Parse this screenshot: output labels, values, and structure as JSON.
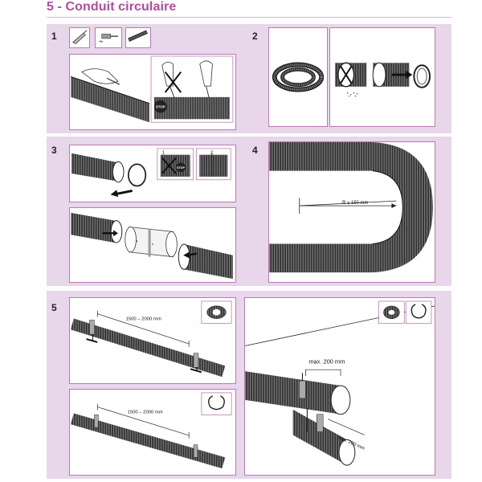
{
  "title": "5 - Conduit circulaire",
  "steps": [
    {
      "number": "1"
    },
    {
      "number": "2"
    },
    {
      "number": "3"
    },
    {
      "number": "4"
    },
    {
      "number": "5"
    }
  ],
  "labels": {
    "stop_1a": "STOP",
    "stop_3a": "STOP",
    "step3_badge_1": "1",
    "step3_badge_2": "2",
    "radius": "R ≥ 150 mm",
    "spacing_top": "1500 – 2000 mm",
    "spacing_bottom": "1500 – 2000 mm",
    "max_200": "max. 200 mm",
    "max_200_diag": "max. 200 mm"
  },
  "colors": {
    "title": "#b54aa0",
    "band": "#e8d6ea",
    "panel_border": "#b87ab2"
  }
}
